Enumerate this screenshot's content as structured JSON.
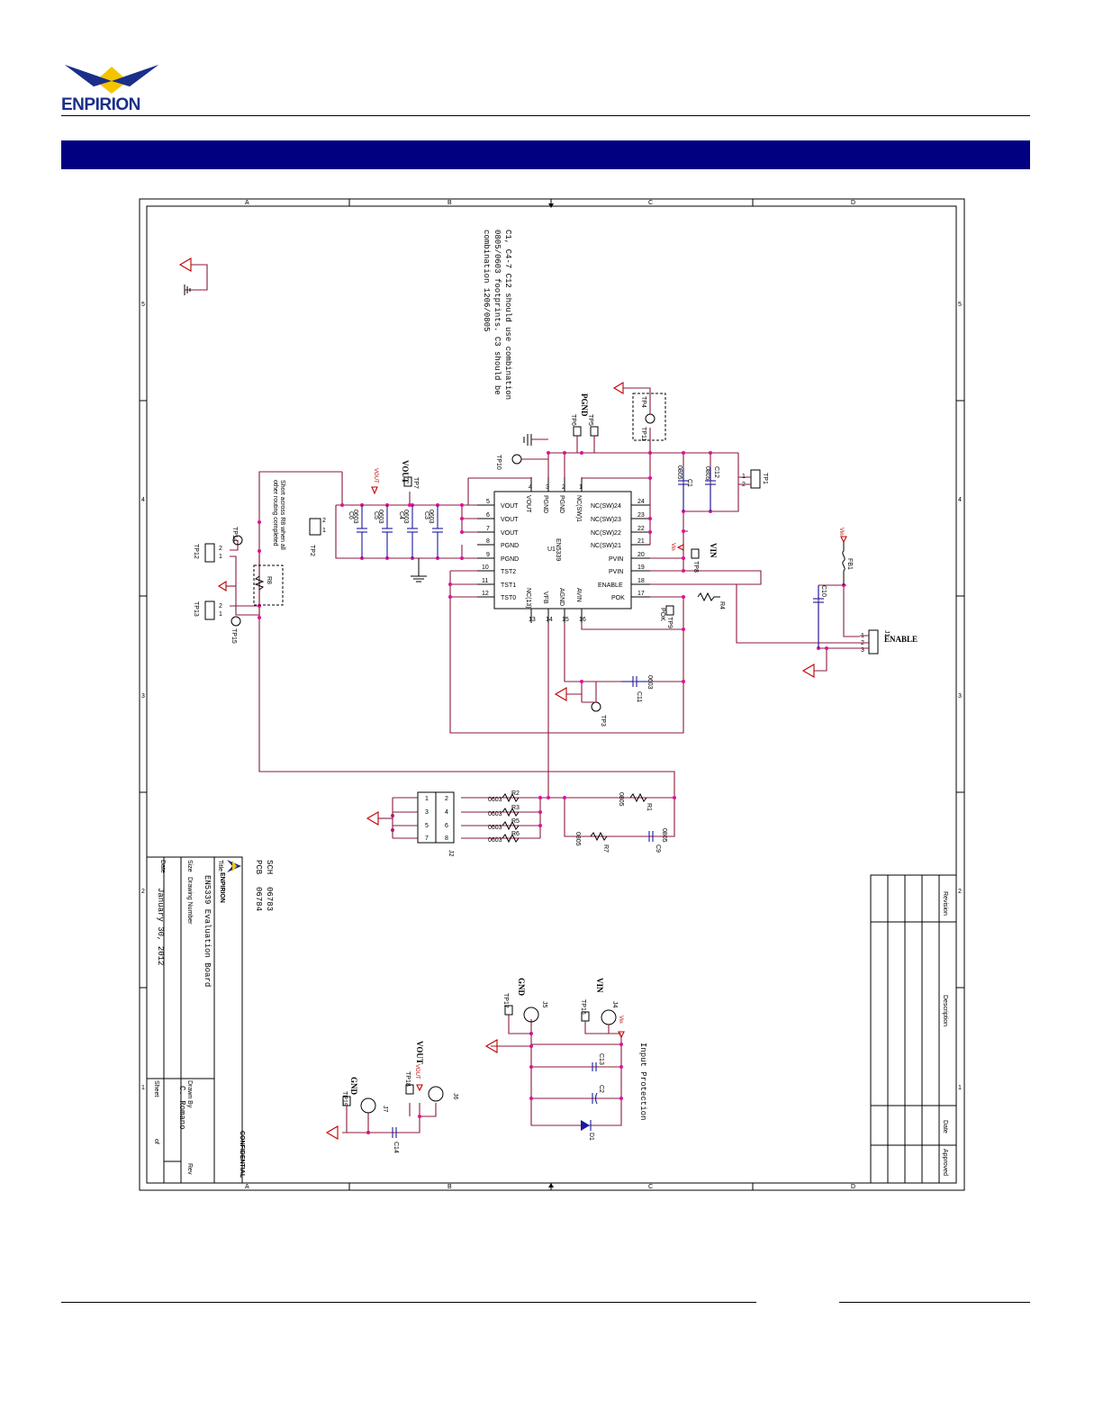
{
  "header": {
    "logo_text": "ENPIRION",
    "colors": {
      "brand_blue": "#1a2f8a",
      "brand_yellow": "#f5c400",
      "bar_navy": "#000080"
    }
  },
  "schematic": {
    "note": [
      "C1, C4-7 C12 should use combination",
      "0805/0603 footprints. C3 should be",
      "combination 1206/0805"
    ],
    "short_note": [
      "Short across R8 when all",
      "other routing completed"
    ],
    "ic": {
      "ref": "U1",
      "part": "EN5339",
      "left_pins": [
        {
          "num": "5",
          "name": "VOUT"
        },
        {
          "num": "6",
          "name": "VOUT"
        },
        {
          "num": "7",
          "name": "VOUT"
        },
        {
          "num": "8",
          "name": "PGND"
        },
        {
          "num": "9",
          "name": "PGND"
        },
        {
          "num": "10",
          "name": "TST2"
        },
        {
          "num": "11",
          "name": "TST1"
        },
        {
          "num": "12",
          "name": "TST0"
        }
      ],
      "right_pins": [
        {
          "num": "24",
          "name": "NC(SW)24"
        },
        {
          "num": "23",
          "name": "NC(SW)23"
        },
        {
          "num": "22",
          "name": "NC(SW)22"
        },
        {
          "num": "21",
          "name": "NC(SW)21"
        },
        {
          "num": "20",
          "name": "PVIN"
        },
        {
          "num": "19",
          "name": "PVIN"
        },
        {
          "num": "18",
          "name": "ENABLE"
        },
        {
          "num": "17",
          "name": "POK"
        }
      ],
      "top_pins": [
        {
          "num": "4",
          "name": "VOUT"
        },
        {
          "num": "3",
          "name": "PGND"
        },
        {
          "num": "2",
          "name": "PGND"
        },
        {
          "num": "1",
          "name": "NC(SW)1"
        }
      ],
      "bottom_pins": [
        {
          "num": "13",
          "name": "NC(13)"
        },
        {
          "num": "14",
          "name": "VFB"
        },
        {
          "num": "15",
          "name": "AGND"
        },
        {
          "num": "16",
          "name": "AVIN"
        }
      ]
    },
    "labels": {
      "vout": "VOUT",
      "vin": "VIN",
      "pgnd": "PGND",
      "enable": "ENABLE",
      "pok": "POK",
      "gnd": "GND",
      "vin_net": "Vin",
      "vout_net": "VOUT",
      "input_protection": "Input Protection"
    },
    "refs": {
      "tp1": "TP1",
      "tp2": "TP2",
      "tp3": "TP3",
      "tp4": "TP4",
      "tp5": "TP5",
      "tp6": "TP6",
      "tp7": "TP7",
      "tp8": "TP8",
      "tp9": "TP9",
      "tp10": "TP10",
      "tp11": "TP11",
      "tp12": "TP12",
      "tp13": "TP13",
      "tp14": "TP14",
      "tp15": "TP15",
      "tp16": "TP16",
      "tp17": "TP17",
      "tp18": "TP18",
      "tp19": "TP19",
      "c1": "C1",
      "c2": "C2",
      "c3": "C3",
      "c4": "C4",
      "c5": "C5",
      "c6": "C6",
      "c7": "C7",
      "c9": "C9",
      "c10": "C10",
      "c11": "C11",
      "c12": "C12",
      "c13": "C13",
      "c14": "C14",
      "r1": "R1",
      "r2": "R2",
      "r3": "R3",
      "r4": "R4",
      "r5": "R5",
      "r6": "R6",
      "r7": "R7",
      "r8": "R8",
      "fb1": "FB1",
      "j1": "J1",
      "j2": "J2",
      "j4": "J4",
      "j5": "J5",
      "j6": "J6",
      "j7": "J7",
      "d1": "D1"
    },
    "values": {
      "cap_0603": "0603",
      "cap_0805": "0805",
      "res_0805": "0805",
      "res_0603": "0603"
    },
    "j2_pins": [
      "1",
      "2",
      "3",
      "4",
      "5",
      "6",
      "7",
      "8"
    ],
    "j1_pins": [
      "1",
      "2",
      "3"
    ],
    "border_letters": [
      "A",
      "B",
      "C",
      "D"
    ],
    "border_numbers": [
      "5",
      "4",
      "3",
      "2",
      "1"
    ],
    "title_block": {
      "logo_text": "ENPIRION",
      "title_label": "Title",
      "title": "EN5339 Evaluation Board",
      "size_label": "Size",
      "drawing_number_label": "Drawing Number",
      "rev_label": "Rev",
      "date_label": "Date",
      "date": "January 30, 2012",
      "drawn_by_label": "Drawn By",
      "drawn_by": "C. Romano",
      "sheet_label": "Sheet",
      "sheet_of": "of",
      "confidential": "CONFIDENTIAL",
      "sch_label": "SCH",
      "sch_number": "06783",
      "pcb_label": "PCB",
      "pcb_number": "06784"
    },
    "revision_table": {
      "headers": [
        "Revision",
        "Description",
        "Date",
        "Approved"
      ]
    }
  }
}
